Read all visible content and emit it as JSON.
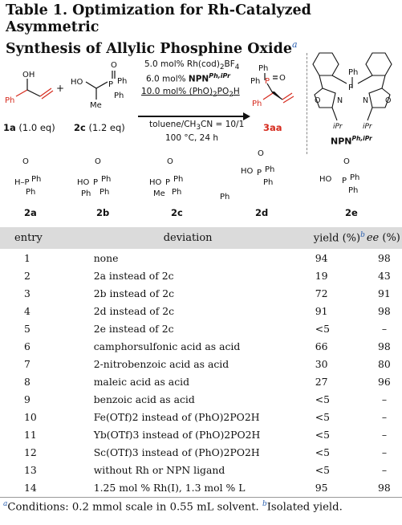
{
  "title": {
    "line1": "Table 1. Optimization for Rh-Catalyzed Asymmetric",
    "line2": "Synthesis of Allylic Phosphine Oxide",
    "mark": "a"
  },
  "scheme": {
    "reactant1": "1a",
    "reactant1_eq": "(1.0 eq)",
    "reactant2": "2c",
    "reactant2_eq": "(1.2 eq)",
    "plus": "+",
    "cond1": "5.0 mol% Rh(cod)",
    "cond1_sub": "2",
    "cond1_tail": "BF",
    "cond1_sub2": "4",
    "cond2_pre": "6.0 mol% ",
    "cond2_ligand": "NPN",
    "cond2_sup": "Ph,iPr",
    "cond3": "10.0 mol% (PhO)",
    "cond3_sub": "2",
    "cond3_mid": "PO",
    "cond3_sub2": "2",
    "cond3_tail": "H",
    "cond4": "toluene/CH",
    "cond4_sub": "3",
    "cond4_tail": "CN = 10/1",
    "cond5": "100 °C, 24 h",
    "product": "3aa",
    "ligand_label": "NPN",
    "ligand_sup": "Ph,iPr"
  },
  "compounds": [
    "2a",
    "2b",
    "2c",
    "2d",
    "2e"
  ],
  "table": {
    "headers": {
      "entry": "entry",
      "deviation": "deviation",
      "yield": "yield (%)",
      "yield_mark": "b",
      "ee": "ee",
      "ee_unit": " (%)"
    },
    "rows": [
      {
        "entry": "1",
        "deviation": "none",
        "yield": "94",
        "ee": "98"
      },
      {
        "entry": "2",
        "deviation": "2a instead of 2c",
        "yield": "19",
        "ee": "43"
      },
      {
        "entry": "3",
        "deviation": "2b instead of 2c",
        "yield": "72",
        "ee": "91"
      },
      {
        "entry": "4",
        "deviation": "2d instead of 2c",
        "yield": "91",
        "ee": "98"
      },
      {
        "entry": "5",
        "deviation": "2e instead of 2c",
        "yield": "<5",
        "ee": "–"
      },
      {
        "entry": "6",
        "deviation": "camphorsulfonic acid as acid",
        "yield": "66",
        "ee": "98"
      },
      {
        "entry": "7",
        "deviation": "2-nitrobenzoic acid as acid",
        "yield": "30",
        "ee": "80"
      },
      {
        "entry": "8",
        "deviation": "maleic acid as acid",
        "yield": "27",
        "ee": "96"
      },
      {
        "entry": "9",
        "deviation": "benzoic acid as acid",
        "yield": "<5",
        "ee": "–"
      },
      {
        "entry": "10",
        "deviation": "Fe(OTf)2 instead of (PhO)2PO2H",
        "yield": "<5",
        "ee": "–"
      },
      {
        "entry": "11",
        "deviation": "Yb(OTf)3 instead of (PhO)2PO2H",
        "yield": "<5",
        "ee": "–"
      },
      {
        "entry": "12",
        "deviation": "Sc(OTf)3 instead of (PhO)2PO2H",
        "yield": "<5",
        "ee": "–"
      },
      {
        "entry": "13",
        "deviation": "without Rh or NPN ligand",
        "yield": "<5",
        "ee": "–"
      },
      {
        "entry": "14",
        "deviation": "1.25 mol % Rh(I), 1.3 mol % L",
        "yield": "95",
        "ee": "98"
      }
    ]
  },
  "footnote": {
    "mark_a": "a",
    "text_a": "Conditions: 0.2 mmol scale in 0.55 mL solvent. ",
    "mark_b": "b",
    "text_b": "Isolated yield."
  }
}
